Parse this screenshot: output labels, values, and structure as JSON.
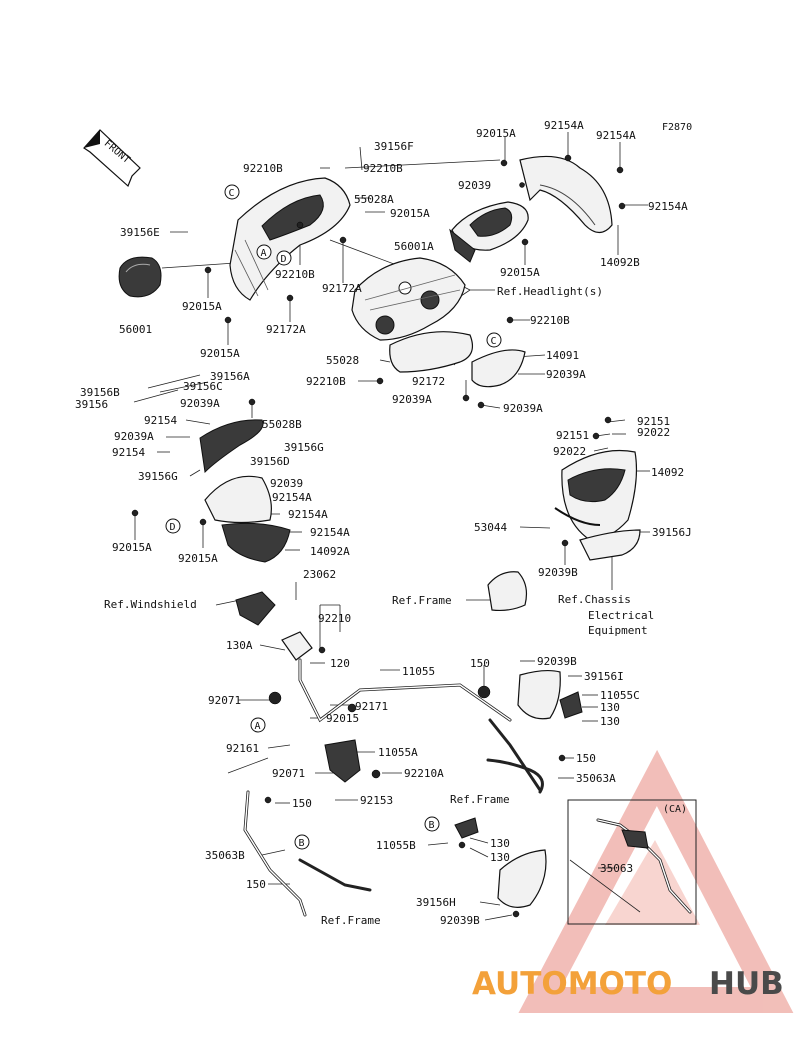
{
  "diagram": {
    "figure_code": "F2870",
    "front_label": "FRONT",
    "callouts": {
      "A": "A",
      "B": "B",
      "C": "C",
      "D": "D",
      "CA": "(CA)"
    },
    "labels": {
      "p39156F": "39156F",
      "p92015A_top": "92015A",
      "p92154A_1": "92154A",
      "p92154A_2": "92154A",
      "p92210B_1": "92210B",
      "p92210B_2": "92210B",
      "p55028A": "55028A",
      "p92015A_2": "92015A",
      "p92039_top": "92039",
      "p92154A_3": "92154A",
      "p39156E": "39156E",
      "p56001A": "56001A",
      "p92210B_3": "92210B",
      "p92172A_1": "92172A",
      "p92015A_3": "92015A",
      "p14092B": "14092B",
      "ref_headlight": "Ref.Headlight(s)",
      "p92015A_4": "92015A",
      "p92172A_2": "92172A",
      "p56001": "56001",
      "p92015A_5": "92015A",
      "p92210B_4": "92210B",
      "p55028": "55028",
      "p14091": "14091",
      "p92210B_5": "92210B",
      "p92172": "92172",
      "p92039A_1": "92039A",
      "p92039A_2": "92039A",
      "p92039A_3": "92039A",
      "p39156A": "39156A",
      "p39156B": "39156B",
      "p39156C": "39156C",
      "p39156": "39156",
      "p92039A_4": "92039A",
      "p92154_1": "92154",
      "p55028B": "55028B",
      "p92039A_5": "92039A",
      "p39156G_1": "39156G",
      "p92154_2": "92154",
      "p39156D": "39156D",
      "p39156G_2": "39156G",
      "p92039_2": "92039",
      "p92154A_4": "92154A",
      "p92154A_5": "92154A",
      "p92154A_6": "92154A",
      "p92015A_6": "92015A",
      "p92015A_7": "92015A",
      "p14092A": "14092A",
      "p92151_1": "92151",
      "p92151_2": "92151",
      "p92022_1": "92022",
      "p92022_2": "92022",
      "p14092": "14092",
      "p53044": "53044",
      "p39156J": "39156J",
      "p92039B_1": "92039B",
      "ref_frame_1": "Ref.Frame",
      "ref_chassis": "Ref.Chassis",
      "ref_electrical": "Electrical",
      "ref_equipment": "Equipment",
      "p23062": "23062",
      "ref_windshield": "Ref.Windshield",
      "p92210": "92210",
      "p130A": "130A",
      "p120": "120",
      "p11055": "11055",
      "p150_1": "150",
      "p92039B_2": "92039B",
      "p39156I": "39156I",
      "p11055C": "11055C",
      "p130_1": "130",
      "p130_2": "130",
      "p92071_1": "92071",
      "p92171": "92171",
      "p92015": "92015",
      "p92161": "92161",
      "p11055A": "11055A",
      "p150_2": "150",
      "p35063A": "35063A",
      "p92071_2": "92071",
      "p92210A": "92210A",
      "p150_3": "150",
      "p92153": "92153",
      "ref_frame_2": "Ref.Frame",
      "p11055B": "11055B",
      "p130_3": "130",
      "p130_4": "130",
      "p35063B": "35063B",
      "p35063": "35063",
      "p150_4": "150",
      "p39156H": "39156H",
      "p92039B_3": "92039B",
      "ref_frame_3": "Ref.Frame"
    }
  },
  "watermark": {
    "brand_left": "AUTOMOTO",
    "brand_right": "HUB",
    "colors": {
      "accent": "#f3a13a",
      "dark": "#4a4a4a",
      "triangle": "#e5392f"
    }
  }
}
